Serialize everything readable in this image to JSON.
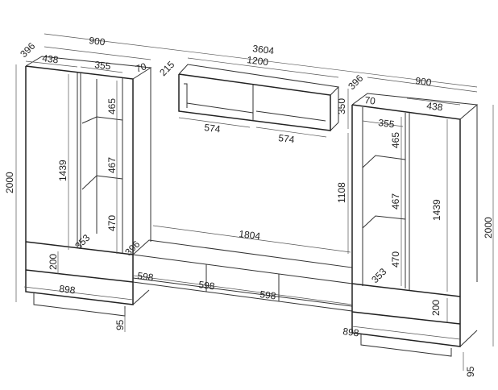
{
  "title": "Wall unit dimension drawing",
  "units": "mm",
  "overall": {
    "width": "3604"
  },
  "left_cabinet": {
    "depth": "396",
    "width": "900",
    "door_width": "438",
    "shelf_width": "355",
    "side_gap": "70",
    "height": "2000",
    "door_height": "1439",
    "shelf_1": "465",
    "shelf_2": "467",
    "shelf_3": "470",
    "shelf_depth": "353",
    "drawer_height": "200",
    "drawer_width": "898",
    "plinth_height": "95"
  },
  "wall_shelf": {
    "depth": "215",
    "width": "1200",
    "height": "350",
    "compartment_left": "574",
    "compartment_right": "574",
    "clearance": "1108"
  },
  "tv_stand": {
    "depth": "396",
    "width": "1804",
    "drawer_1": "598",
    "drawer_2": "598",
    "drawer_3": "598"
  },
  "right_cabinet": {
    "depth": "396",
    "width": "900",
    "side_gap": "70",
    "door_width": "438",
    "shelf_width": "355",
    "shelf_1": "465",
    "shelf_2": "467",
    "shelf_3": "470",
    "door_height": "1439",
    "height": "2000",
    "shelf_depth": "353",
    "drawer_height": "200",
    "drawer_width": "898",
    "plinth_height": "95"
  }
}
